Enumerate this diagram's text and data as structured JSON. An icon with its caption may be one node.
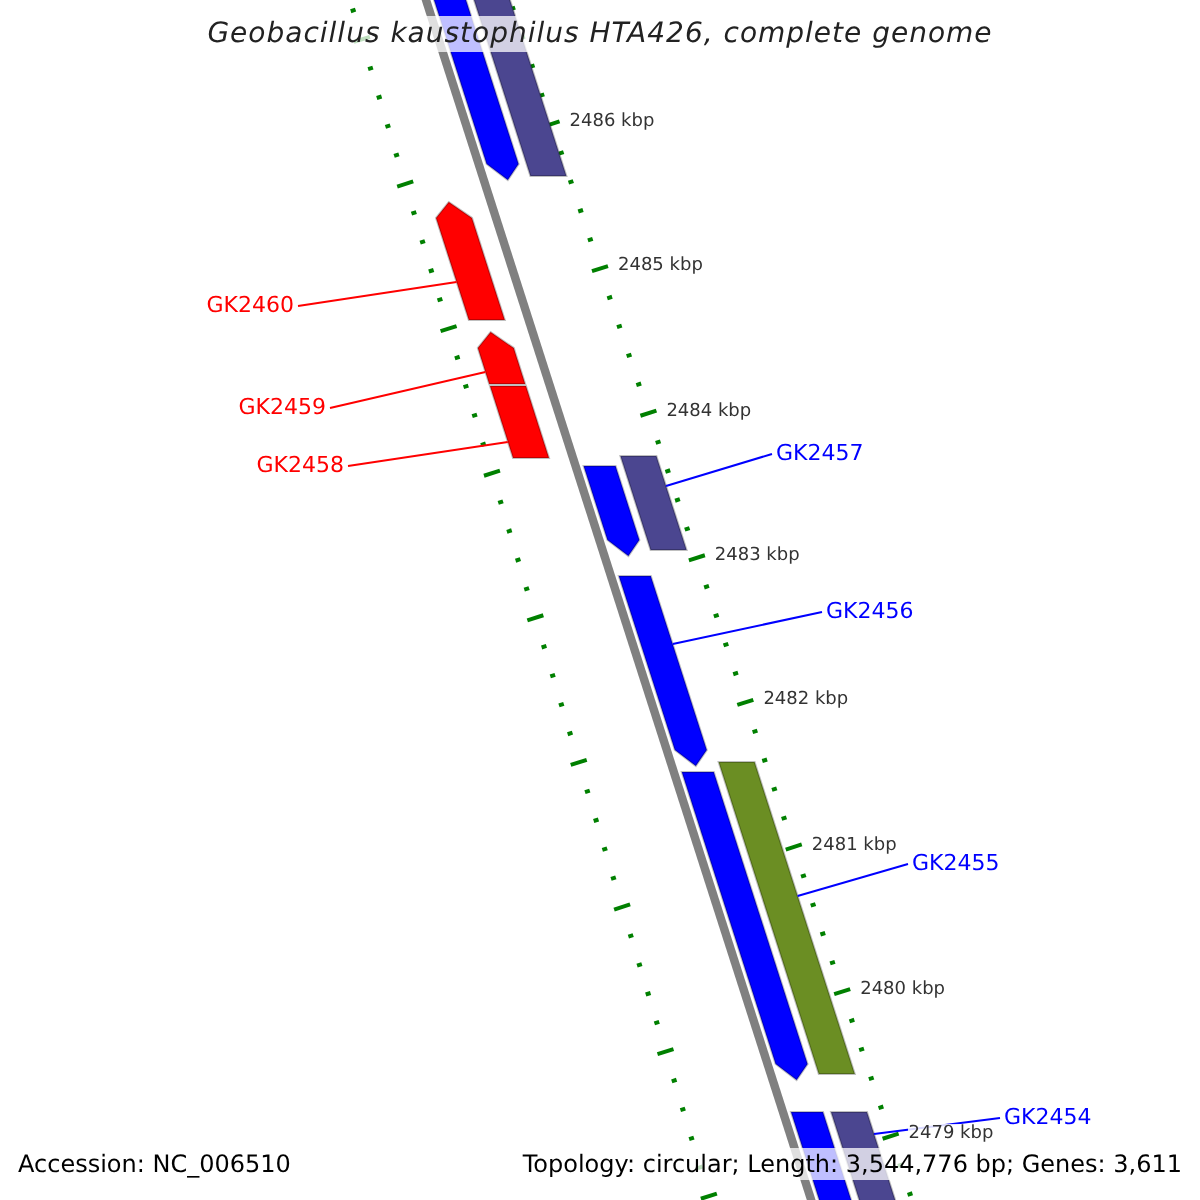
{
  "diagram": {
    "title": "Geobacillus kaustophilus HTA426, complete genome",
    "nodes": [
      {
        "text": [],
        "shape": "arrow"
      },
      {
        "text": [],
        "shape": "box"
      },
      {
        "text": [
          "GK2460"
        ]
      },
      {
        "text": [],
        "shape": "arrow"
      },
      {
        "text": [
          "GK2459"
        ]
      },
      {
        "text": [],
        "shape": "arrow"
      },
      {
        "text": [
          "GK2458"
        ]
      },
      {
        "text": [],
        "shape": "box"
      },
      {
        "text": [
          "GK2457"
        ]
      },
      {
        "text": [],
        "shape": "arrow"
      },
      {
        "text": [],
        "shape": "box"
      },
      {
        "text": [
          "GK2456"
        ]
      },
      {
        "text": [],
        "shape": "arrow"
      },
      {
        "text": [],
        "shape": "box"
      },
      {
        "text": [],
        "shape": "arrow"
      },
      {
        "text": [
          "GK2455"
        ]
      },
      {
        "text": [
          "GK2454"
        ]
      },
      {
        "text": [],
        "shape": "box"
      },
      {
        "text": [],
        "shape": "box"
      }
    ],
    "edges": [
      {
        "from": 2,
        "to": 3,
        "arrow": "none",
        "color": "#ff0000"
      },
      {
        "from": 4,
        "to": 5,
        "arrow": "none",
        "color": "#ff0000"
      },
      {
        "from": 6,
        "to": 7,
        "arrow": "none",
        "color": "#ff0000"
      },
      {
        "from": 8,
        "to": 10,
        "arrow": "none"
      },
      {
        "from": 11,
        "to": 12,
        "arrow": "none"
      },
      {
        "from": 15,
        "to": 13,
        "arrow": "none"
      },
      {
        "from": 16,
        "to": 18,
        "arrow": "none"
      }
    ],
    "labels": [
      "2486 kbp",
      "2485 kbp",
      "2484 kbp",
      "2483 kbp",
      "2482 kbp",
      "2481 kbp",
      "2480 kbp",
      "2479 kbp",
      "Accession: NC_006510",
      "Topology: circular; Length: 3,544,776 bp; Genes: 3,611"
    ]
  }
}
